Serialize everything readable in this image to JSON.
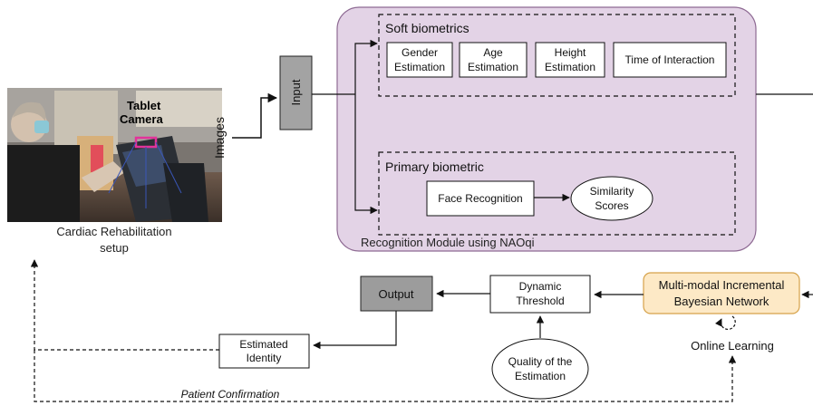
{
  "photo": {
    "overlay_line1": "Tablet",
    "overlay_line2": "Camera",
    "caption_line1": "Cardiac Rehabilitation",
    "caption_line2": "setup"
  },
  "images_label": "Images",
  "input_label": "Input",
  "recognition_module": {
    "label": "Recognition Module using NAOqi",
    "fill_color": "#e3d3e6",
    "border_color": "#8e6a93",
    "soft": {
      "title": "Soft biometrics",
      "items": [
        {
          "line1": "Gender",
          "line2": "Estimation"
        },
        {
          "line1": "Age",
          "line2": "Estimation"
        },
        {
          "line1": "Height",
          "line2": "Estimation"
        },
        {
          "line1": "Time of Interaction",
          "line2": ""
        }
      ]
    },
    "primary": {
      "title": "Primary biometric",
      "face_recognition": "Face Recognition",
      "similarity_line1": "Similarity",
      "similarity_line2": "Scores"
    }
  },
  "bayesian": {
    "line1": "Multi-modal Incremental",
    "line2": "Bayesian Network",
    "fill_color": "#fde9c6",
    "border_color": "#d6a24a"
  },
  "online_learning": "Online Learning",
  "threshold": {
    "line1": "Dynamic",
    "line2": "Threshold"
  },
  "quality": {
    "line1": "Quality of the",
    "line2": "Estimation"
  },
  "output_label": "Output",
  "output_fill": "#9c9c9c",
  "identity": {
    "line1": "Estimated",
    "line2": "Identity"
  },
  "patient_confirmation": "Patient Confirmation"
}
